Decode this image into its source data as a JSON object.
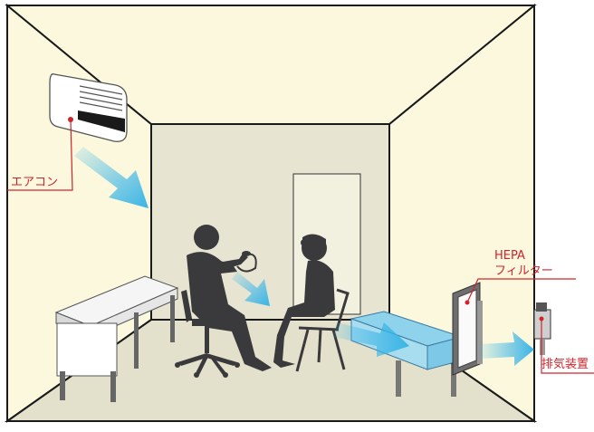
{
  "labels": {
    "aircon": "エアコン",
    "hepa_line1": "HEPA",
    "hepa_line2": "フィルター",
    "exhaust": "排気装置"
  },
  "colors": {
    "wall": "#fbf8de",
    "back_wall": "#e7e5d2",
    "floor": "#e3e1cb",
    "outline": "#1a1a1a",
    "label_red": "#d0242b",
    "airflow": "#39b4e6",
    "silhouette": "#3a3a3c",
    "bed": "#a8dcef"
  },
  "icons": [
    "air-conditioner-icon",
    "doctor-silhouette-icon",
    "patient-silhouette-icon",
    "desk-icon",
    "bed-icon",
    "hepa-filter-icon",
    "exhaust-fan-icon",
    "airflow-arrow-icon"
  ]
}
